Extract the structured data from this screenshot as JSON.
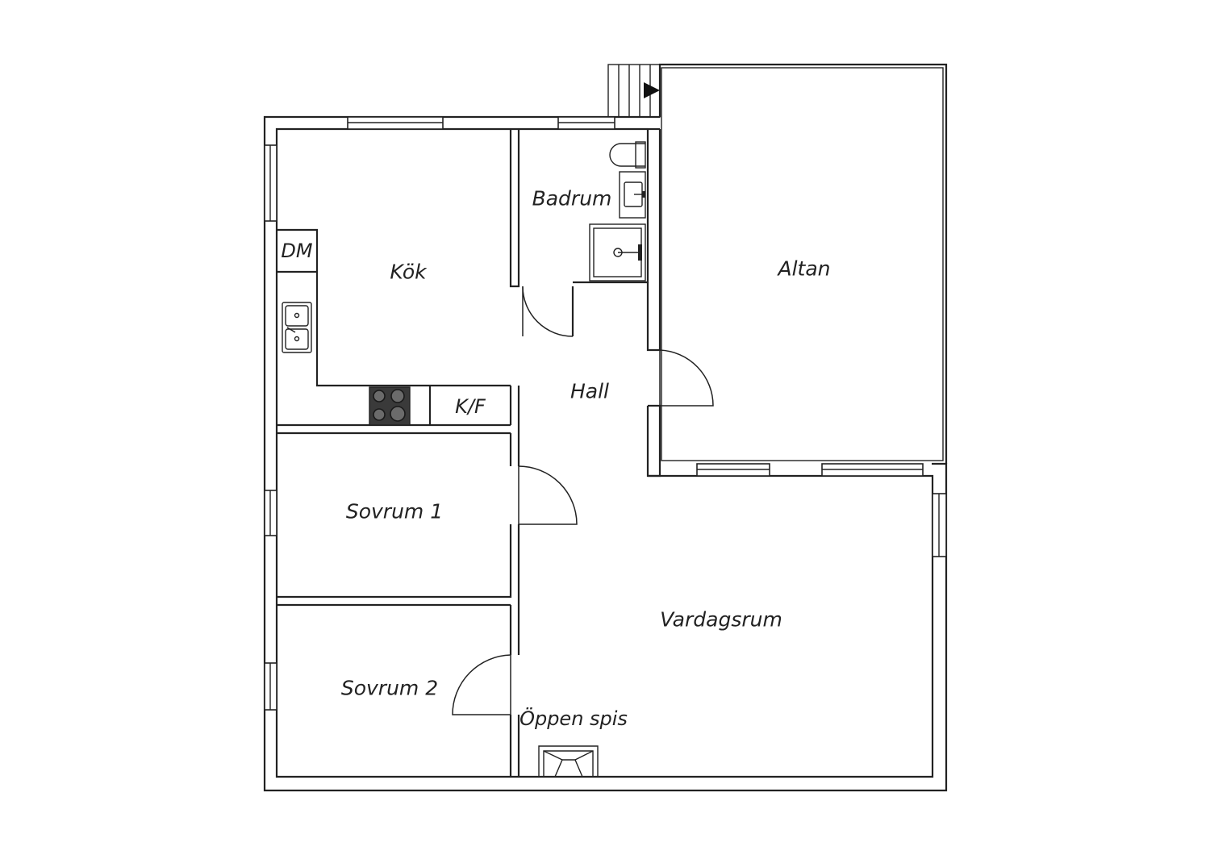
{
  "rooms": {
    "kok": "Kök",
    "badrum": "Badrum",
    "altan": "Altan",
    "hall": "Hall",
    "sovrum1": "Sovrum 1",
    "sovrum2": "Sovrum 2",
    "vardagsrum": "Vardagsrum"
  },
  "fixtures": {
    "diskmaskin": "DM",
    "kyl_frys": "K/F",
    "oppen_spis": "Öppen spis"
  },
  "colors": {
    "line": "#222222",
    "background": "#ffffff",
    "stove": "#3a3a3a"
  }
}
